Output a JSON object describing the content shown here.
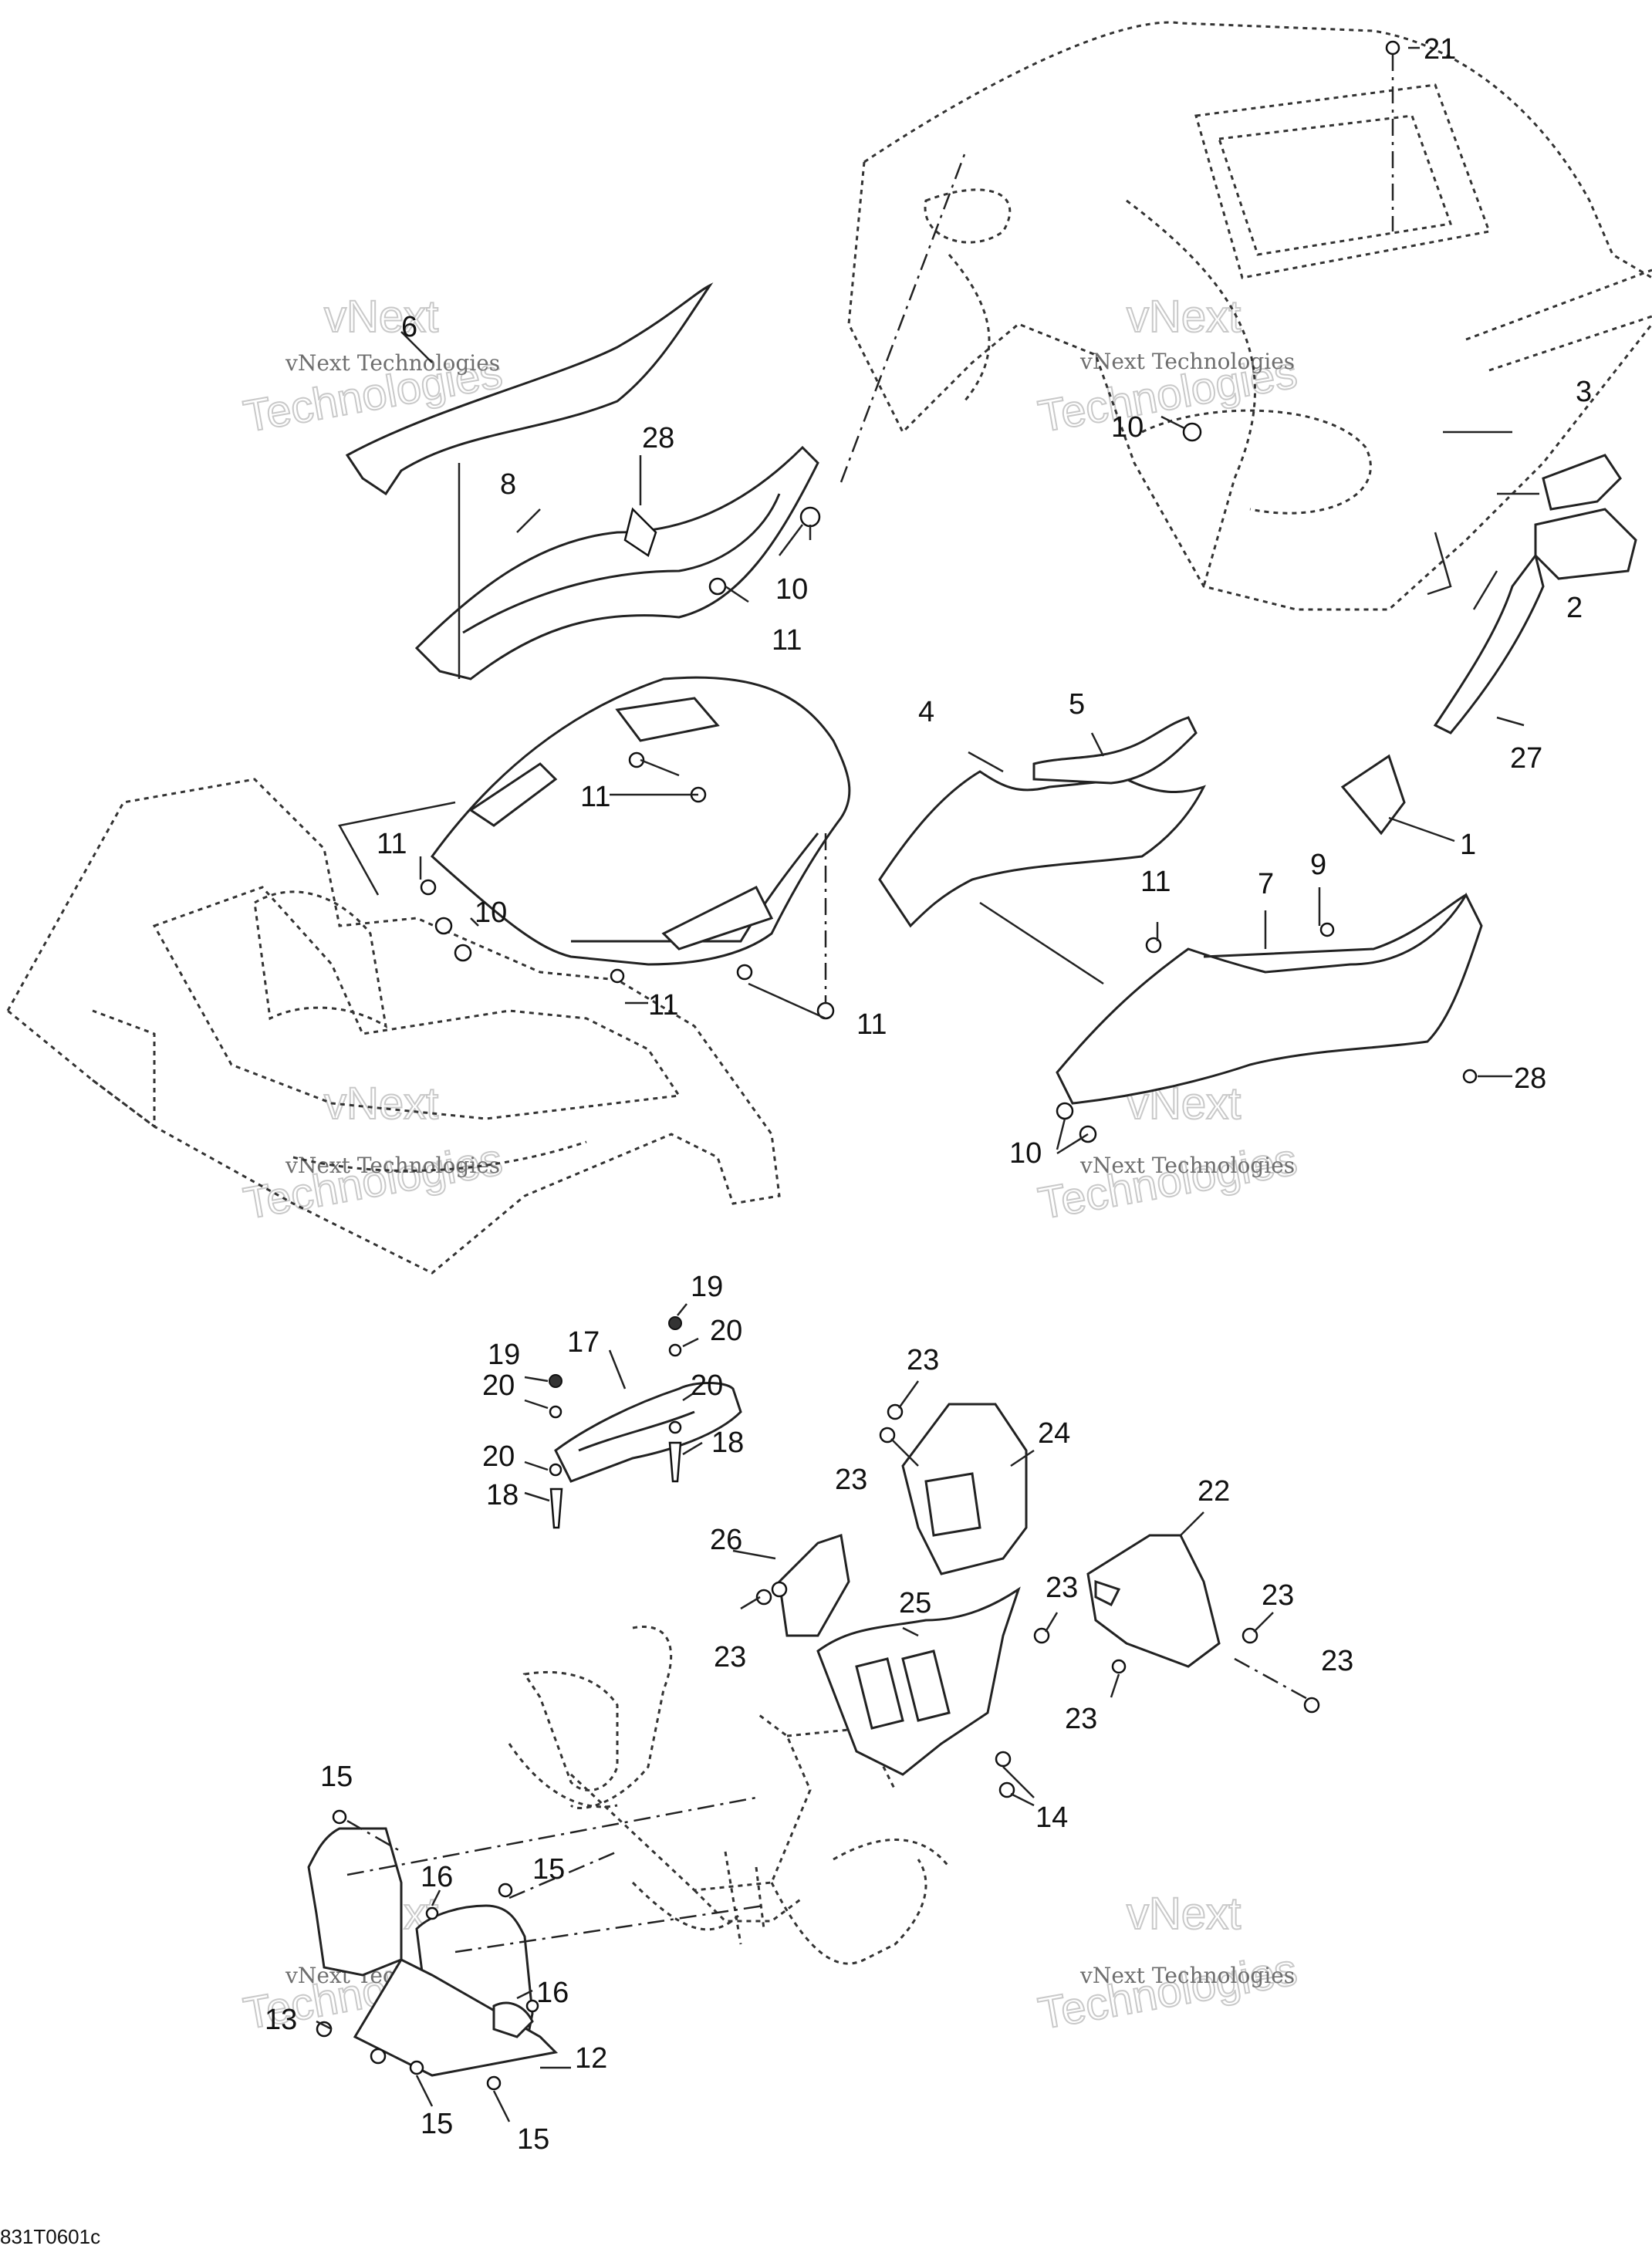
{
  "diagram_code": "831T0601c",
  "watermark": {
    "line1": "vNext Technologies",
    "line2": "vNext",
    "line3": "Technologies"
  },
  "callouts": [
    "1",
    "2",
    "3",
    "4",
    "5",
    "6",
    "7",
    "8",
    "9",
    "10",
    "11",
    "12",
    "13",
    "14",
    "15",
    "16",
    "17",
    "18",
    "19",
    "20",
    "21",
    "22",
    "23",
    "24",
    "25",
    "26",
    "27",
    "28"
  ]
}
